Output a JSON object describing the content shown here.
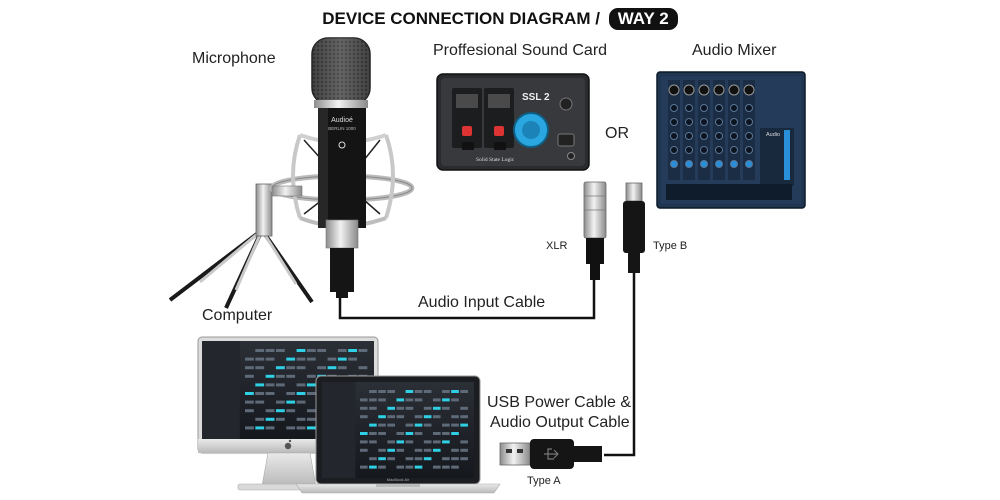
{
  "title": {
    "text": "DEVICE CONNECTION DIAGRAM /",
    "badge": "WAY 2"
  },
  "labels": {
    "microphone": "Microphone",
    "sound_card": "Proffesional Sound Card",
    "mixer": "Audio Mixer",
    "or": "OR",
    "computer": "Computer",
    "xlr": "XLR",
    "type_b": "Type B",
    "type_a": "Type A",
    "audio_input_cable": "Audio Input Cable",
    "usb_cable_line1": "USB Power Cable &",
    "usb_cable_line2": "Audio Output Cable"
  },
  "brand": {
    "mic_brand": "Audioé",
    "mic_model": "BERLIN 1000",
    "sound_card_model": "SSL 2",
    "sound_card_maker": "Solid State Logic",
    "mixer_brand": "Audio",
    "laptop_name": "MacBook Air"
  },
  "colors": {
    "mixer_accent": "#2a8fd9",
    "sound_card_knob": "#2aa7e0",
    "screen_accent": "#2fd0e6",
    "cable": "#111111"
  },
  "icons": [
    "microphone-icon",
    "sound-card-icon",
    "mixer-icon",
    "xlr-connector-icon",
    "usb-type-b-icon",
    "usb-type-a-icon",
    "imac-icon",
    "laptop-icon",
    "apple-logo-icon"
  ]
}
